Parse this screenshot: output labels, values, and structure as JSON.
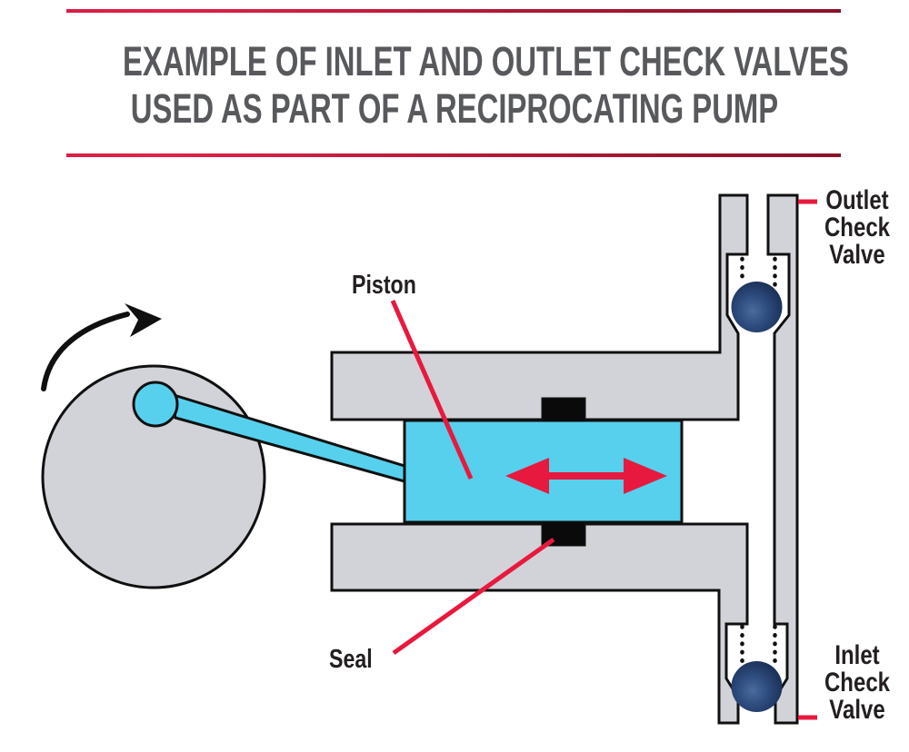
{
  "title": {
    "line1": "EXAMPLE OF INLET AND OUTLET CHECK VALVES",
    "line2": "USED AS PART OF A RECIPROCATING PUMP"
  },
  "labels": {
    "piston": "Piston",
    "seal": "Seal",
    "outlet_check_valve": {
      "line1": "Outlet",
      "line2": "Check",
      "line3": "Valve"
    },
    "inlet_check_valve": {
      "line1": "Inlet",
      "line2": "Check",
      "line3": "Valve"
    }
  },
  "icons": {
    "rotation_arrow": "clockwise-curved-arrow",
    "reciprocation_arrow": "double-headed-horizontal-arrow"
  },
  "colors": {
    "accent_red": "#e8193e",
    "rule_gradient_start": "#e32049",
    "rule_gradient_end": "#8a1128",
    "metal_gray": "#d1d3d9",
    "fluid_cyan": "#56d0ed",
    "valve_ball_navy": "#2d4b7d",
    "outline_black": "#101010",
    "title_gray": "#58595c",
    "label_black": "#231f20"
  }
}
